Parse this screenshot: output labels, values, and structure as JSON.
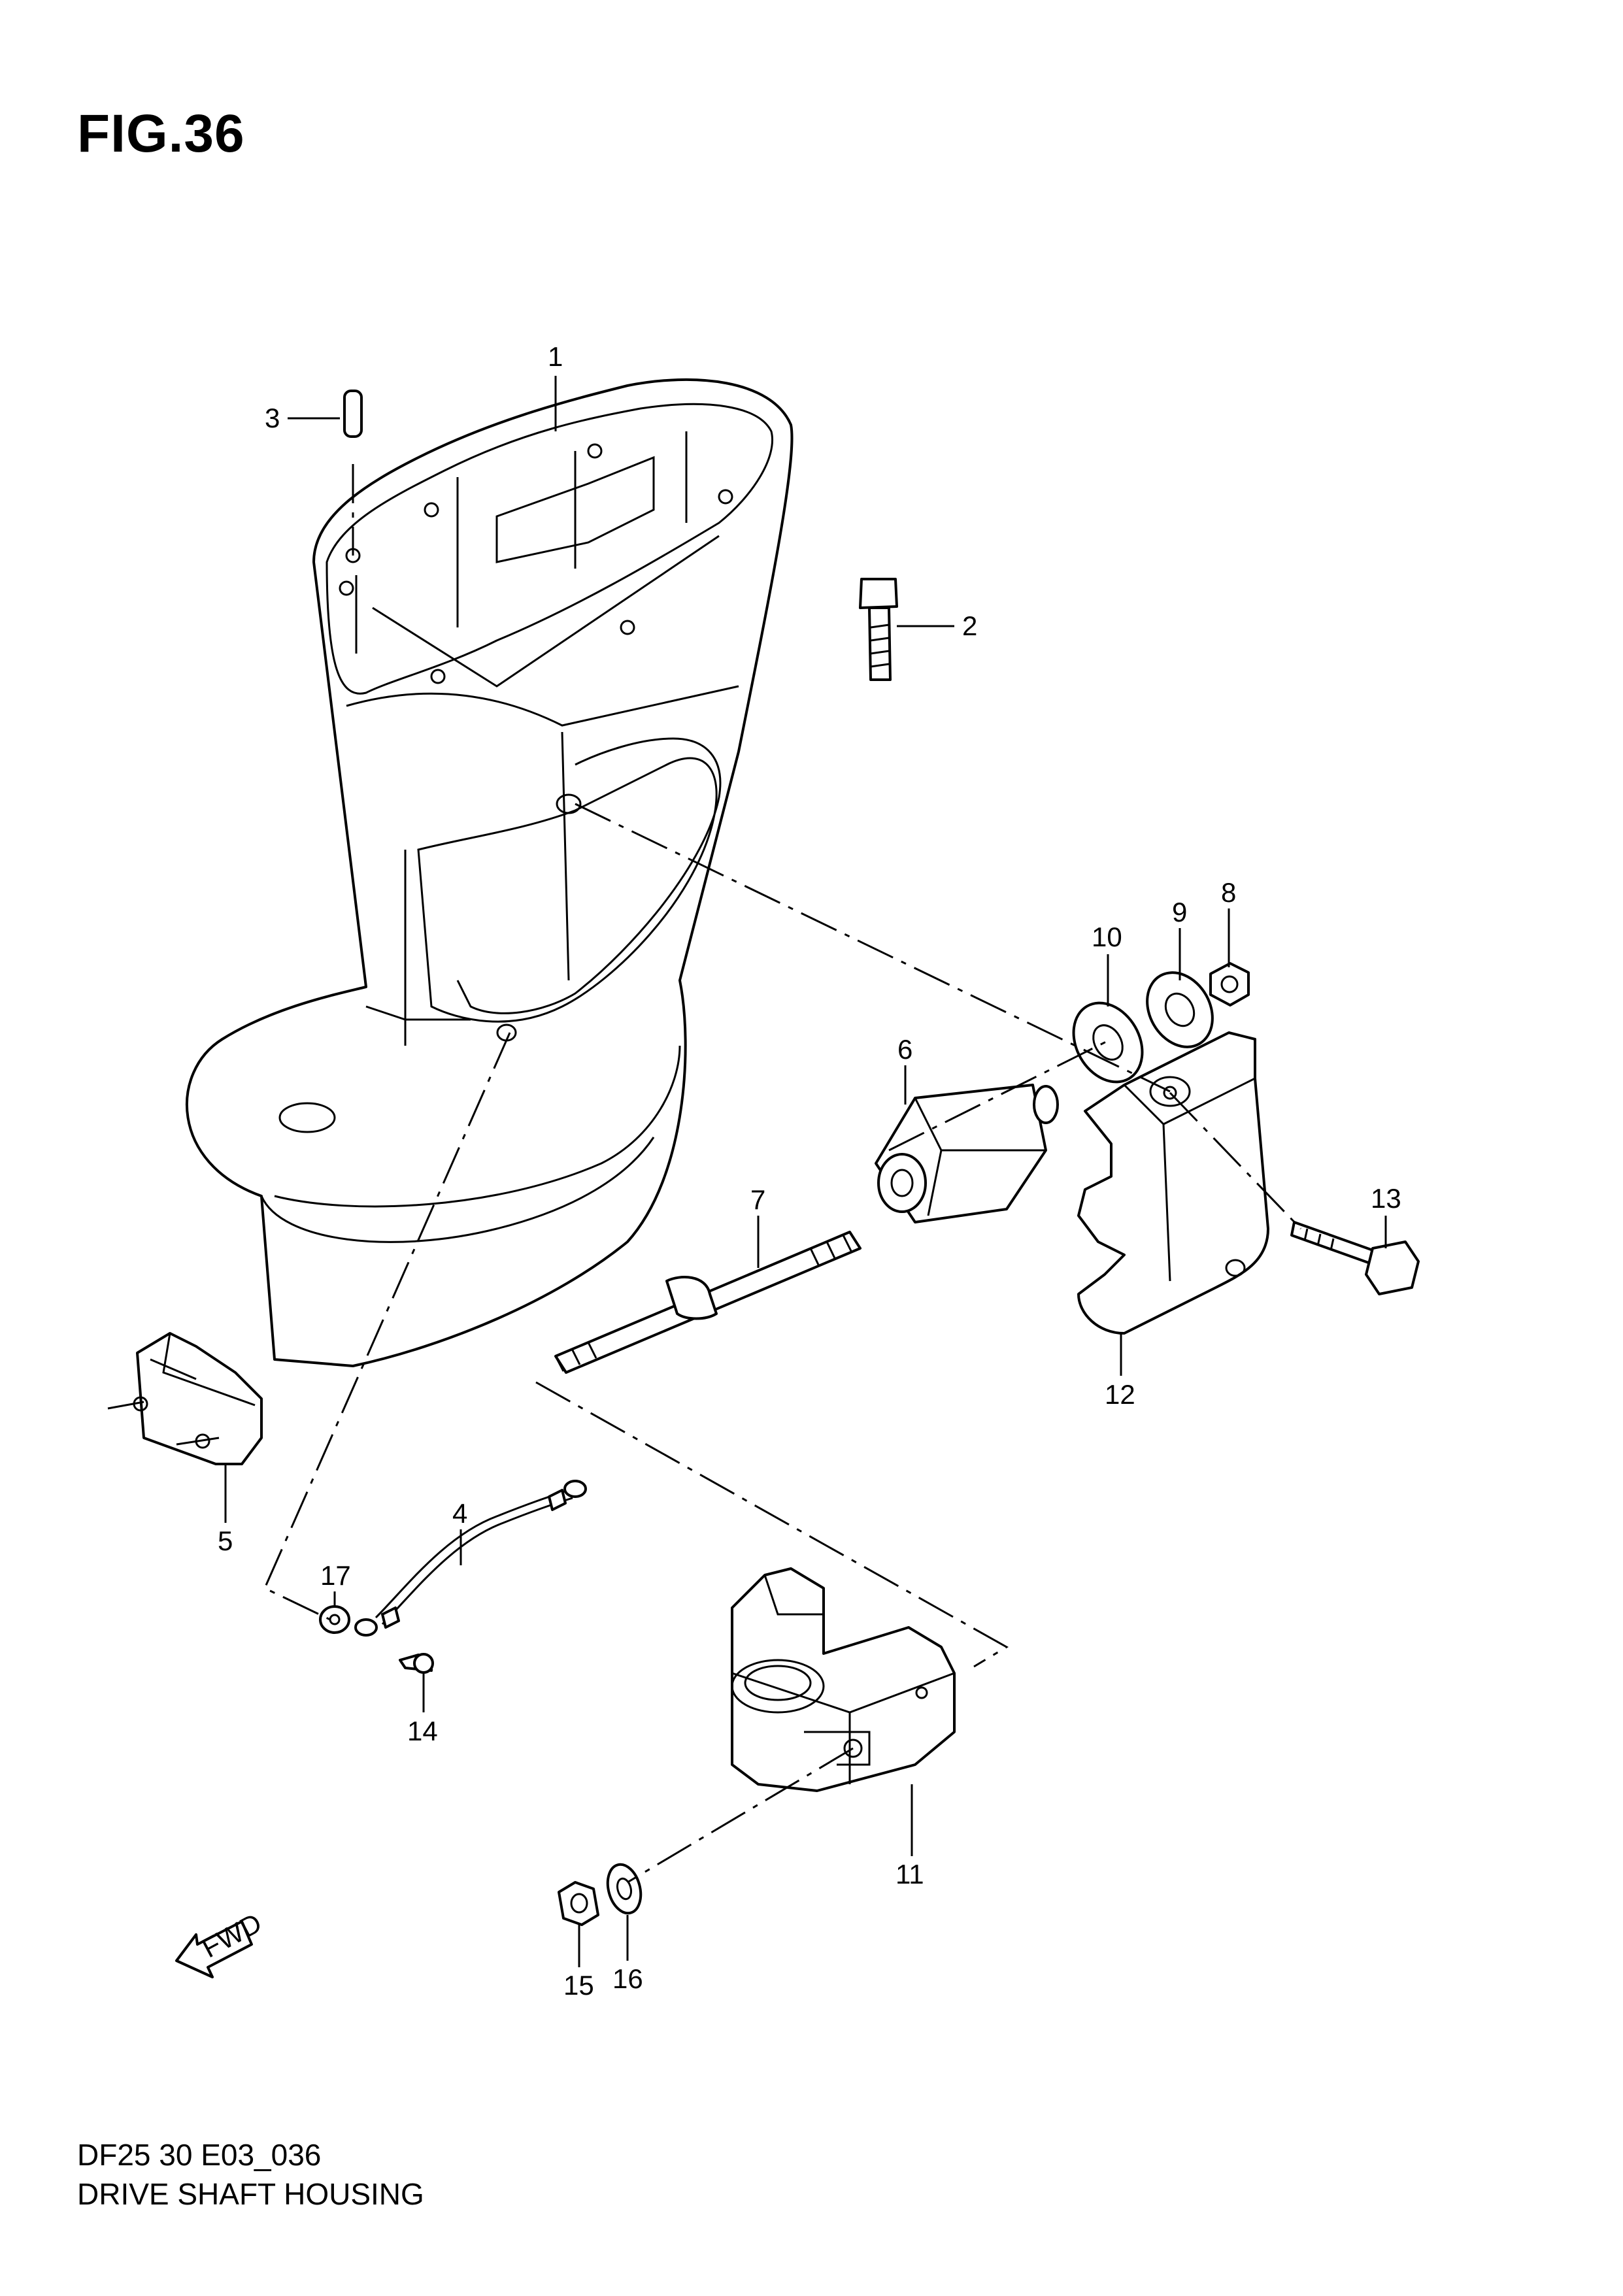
{
  "figure": {
    "title": "FIG.36",
    "code": "DF25 30 E03_036",
    "name": "DRIVE SHAFT HOUSING",
    "fwd_label": "FWD"
  },
  "callouts": [
    "1",
    "2",
    "3",
    "4",
    "5",
    "6",
    "7",
    "8",
    "9",
    "10",
    "11",
    "12",
    "13",
    "14",
    "15",
    "16",
    "17"
  ]
}
